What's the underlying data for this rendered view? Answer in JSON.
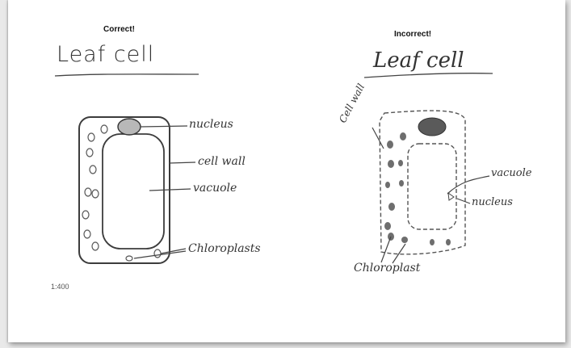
{
  "left_panel": {
    "status": "Correct!",
    "title": "Leaf  cell",
    "labels": {
      "nucleus": "nucleus",
      "cell_wall": "cell wall",
      "vacuole": "vacuole",
      "chloroplasts": "Chloroplasts"
    },
    "scale": "1:400"
  },
  "right_panel": {
    "status": "Incorrect!",
    "title": "Leaf cell",
    "labels": {
      "cell_wall": "Cell wall",
      "vacuole": "vacuole",
      "nucleus": "nucleus",
      "chloroplast": "Chloroplast"
    }
  }
}
